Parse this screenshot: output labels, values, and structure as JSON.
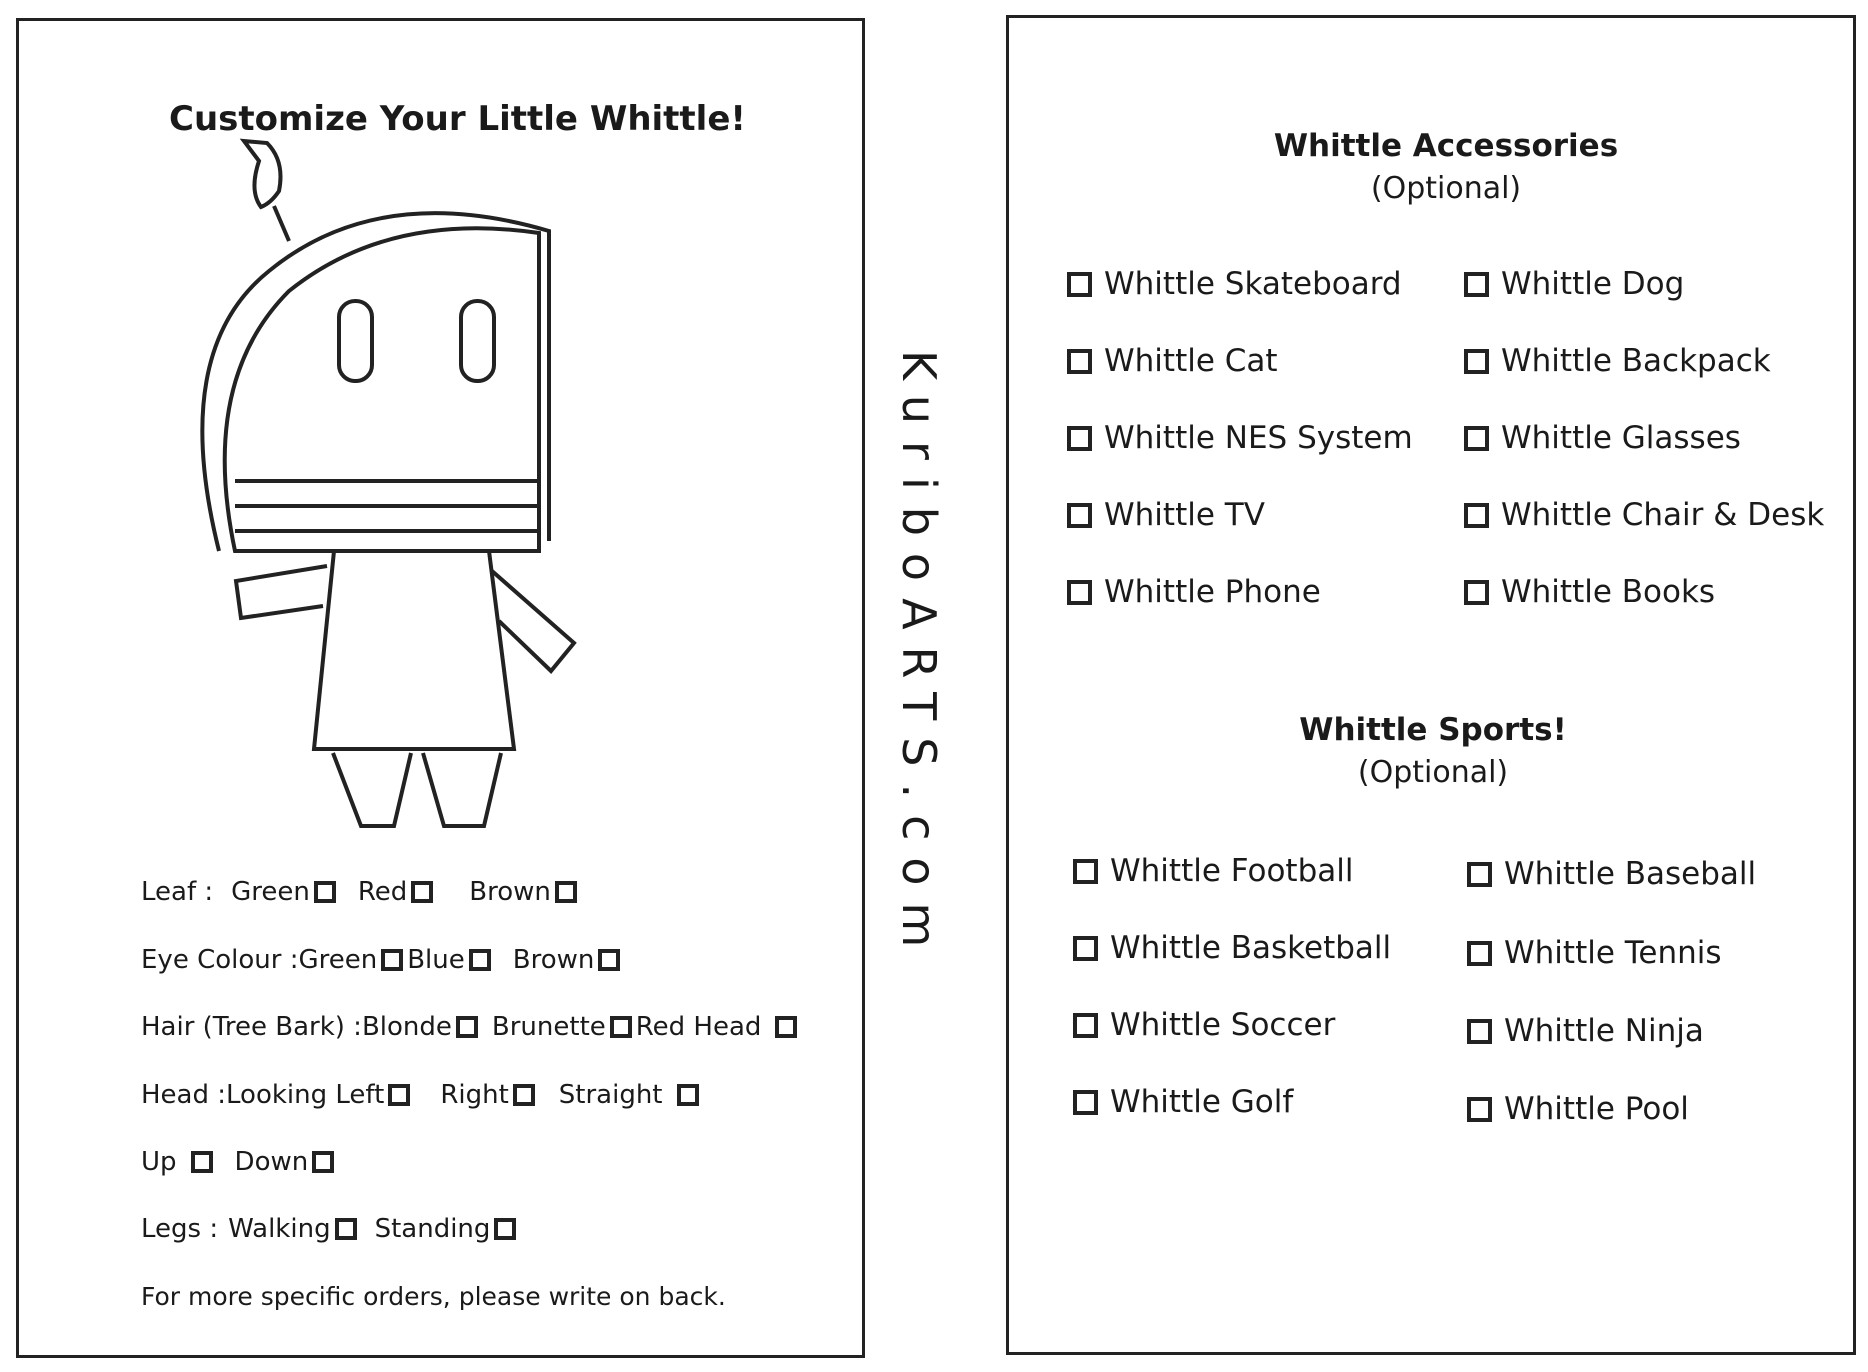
{
  "left_card": {
    "title": "Customize Your Little Whittle!",
    "options": {
      "leaf": {
        "label": "Leaf :",
        "choices": [
          "Green",
          "Red",
          "Brown"
        ]
      },
      "eye_colour": {
        "label": "Eye Colour  :",
        "choices": [
          "Green",
          "Blue",
          "Brown"
        ]
      },
      "hair": {
        "label": "Hair (Tree Bark) :",
        "choices": [
          "Blonde",
          "Brunette",
          "Red Head"
        ]
      },
      "head": {
        "label": "Head :",
        "choices": [
          "Looking Left",
          "Right",
          "Straight"
        ]
      },
      "head_vertical": {
        "choices": [
          "Up",
          "Down"
        ]
      },
      "legs": {
        "label": "Legs :",
        "choices": [
          "Walking",
          "Standing"
        ]
      }
    },
    "note": "For more specific orders, please write on back."
  },
  "site_name": "KuriboARTS.com",
  "right_card": {
    "accessories": {
      "title": "Whittle Accessories",
      "subtitle": "(Optional)",
      "left": [
        "Whittle Skateboard",
        "Whittle Cat",
        "Whittle NES System",
        "Whittle TV",
        "Whittle Phone"
      ],
      "right": [
        "Whittle Dog",
        "Whittle Backpack",
        "Whittle Glasses",
        "Whittle Chair & Desk",
        "Whittle Books"
      ]
    },
    "sports": {
      "title": "Whittle Sports!",
      "subtitle": "(Optional)",
      "left": [
        "Whittle Football",
        "Whittle Basketball",
        "Whittle Soccer",
        "Whittle Golf"
      ],
      "right": [
        "Whittle Baseball",
        "Whittle Tennis",
        "Whittle Ninja",
        "Whittle Pool"
      ]
    }
  }
}
